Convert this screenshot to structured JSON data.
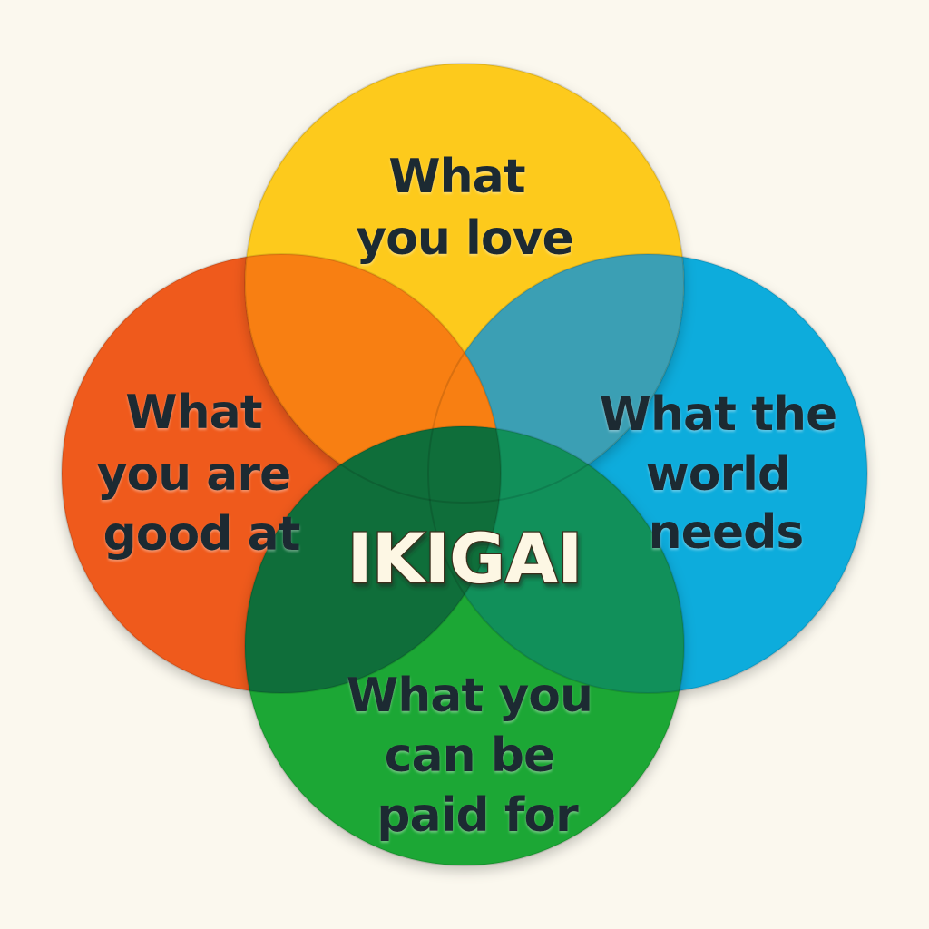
{
  "diagram": {
    "center_label": "IKIGAI",
    "circles": [
      {
        "id": "love",
        "lines": [
          "What",
          "you love"
        ],
        "color": "#fdca1e"
      },
      {
        "id": "good",
        "lines": [
          "What",
          "you are",
          "good at"
        ],
        "color": "#ef5a1c"
      },
      {
        "id": "world",
        "lines": [
          "What the",
          "world",
          "needs"
        ],
        "color": "#11acdc"
      },
      {
        "id": "paid",
        "lines": [
          "What you",
          "can be",
          "paid for"
        ],
        "color": "#1fa736"
      }
    ],
    "overlap_colors": {
      "love_good": "#f87f12",
      "good_paid": "#0f6e3a",
      "world_paid": "#11905a",
      "love_world": "#3b9fb4"
    },
    "background": "#fbf8ee"
  }
}
